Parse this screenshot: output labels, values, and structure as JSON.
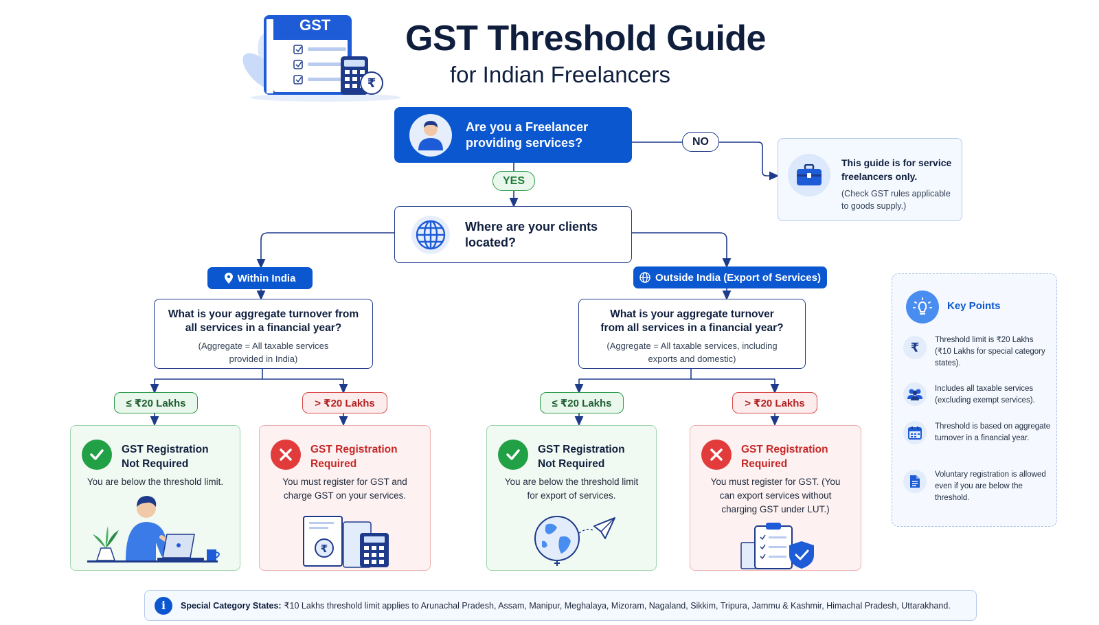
{
  "header": {
    "title": "GST Threshold Guide",
    "subtitle": "for Indian Freelancers",
    "logo_label": "GST",
    "logo_currency": "₹"
  },
  "start": {
    "question": "Are you a Freelancer providing services?",
    "no_label": "NO",
    "yes_label": "YES"
  },
  "side_note": {
    "main": "This guide is for service freelancers only.",
    "sub": "(Check GST rules applicable to goods supply.)"
  },
  "location": {
    "question": "Where are your clients located?",
    "within": "Within India",
    "outside": "Outside India (Export of Services)"
  },
  "turnover": {
    "within": {
      "question": "What is your aggregate turnover from all services in a financial year?",
      "note": "(Aggregate = All taxable services provided in India)"
    },
    "outside": {
      "question": "What is your aggregate turnover from all services in a financial year?",
      "note": "(Aggregate = All taxable services, including exports and domestic)"
    }
  },
  "thresholds": {
    "le": "≤ ₹20 Lakhs",
    "gt": "> ₹20 Lakhs"
  },
  "results": {
    "in_not_required": {
      "title": "GST Registration Not Required",
      "desc": "You are below the threshold limit."
    },
    "in_required": {
      "title": "GST Registration Required",
      "desc": "You must register for GST and charge GST on your services."
    },
    "out_not_required": {
      "title": "GST Registration Not Required",
      "desc": "You are below the threshold limit for export of services."
    },
    "out_required": {
      "title": "GST Registration Required",
      "desc": "You must register for GST. (You can export services without charging GST under LUT.)"
    }
  },
  "key_points": {
    "title": "Key Points",
    "items": [
      {
        "icon": "rupee-icon",
        "text": "Threshold limit is ₹20 Lakhs (₹10 Lakhs for special category states)."
      },
      {
        "icon": "people-icon",
        "text": "Includes all taxable services (excluding exempt services)."
      },
      {
        "icon": "calendar-icon",
        "text": "Threshold is based on aggregate turnover in a financial year."
      },
      {
        "icon": "document-icon",
        "text": "Voluntary registration is allowed even if you are below the threshold."
      }
    ]
  },
  "footer": {
    "label": "Special Category States:",
    "text": "₹10 Lakhs threshold limit applies to Arunachal Pradesh, Assam, Manipur, Meghalaya, Mizoram, Nagaland, Sikkim, Tripura, Jammu & Kashmir, Himachal Pradesh, Uttarakhand."
  },
  "colors": {
    "primary": "#0b57d0",
    "navy": "#0f1e3d",
    "green": "#22a045",
    "red": "#e13b3b"
  }
}
